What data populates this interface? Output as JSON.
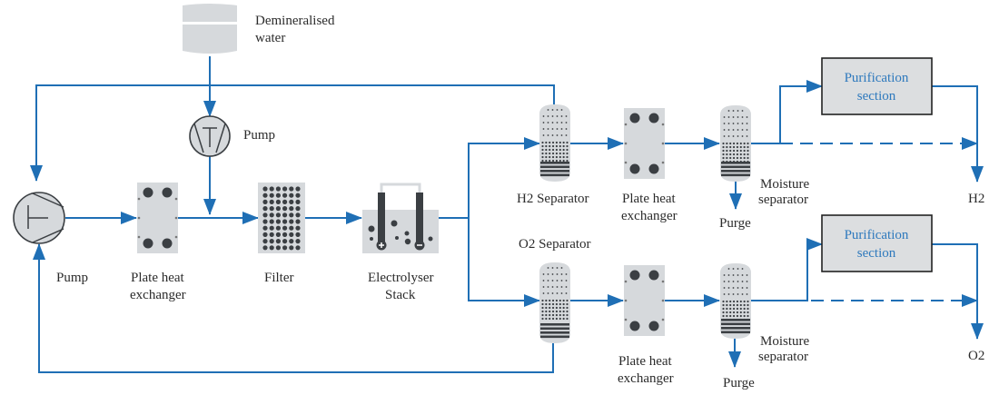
{
  "diagram": {
    "title": "Electrolyser process flow",
    "colors": {
      "flow_line": "#1f6fb5",
      "equipment_fill": "#d6d9dc",
      "equipment_dark": "#3b3f43",
      "purification_text": "#2e79bd",
      "label_text": "#2b2b2b"
    },
    "labels": {
      "demin_water_line1": "Demineralised",
      "demin_water_line2": "water",
      "feed_pump": "Pump",
      "main_pump": "Pump",
      "heat_exchanger_1_line1": "Plate heat",
      "heat_exchanger_1_line2": "exchanger",
      "filter": "Filter",
      "electrolyser_line1": "Electrolyser",
      "electrolyser_line2": "Stack",
      "h2_separator": "H2 Separator",
      "o2_separator": "O2 Separator",
      "h2_heat_exchanger_line1": "Plate heat",
      "h2_heat_exchanger_line2": "exchanger",
      "o2_heat_exchanger_line1": "Plate heat",
      "o2_heat_exchanger_line2": "exchanger",
      "h2_moisture_line1": "Moisture",
      "h2_moisture_line2": "separator",
      "o2_moisture_line1": "Moisture",
      "o2_moisture_line2": "separator",
      "h2_purge": "Purge",
      "o2_purge": "Purge",
      "h2_purification_line1": "Purification",
      "h2_purification_line2": "section",
      "o2_purification_line1": "Purification",
      "o2_purification_line2": "section",
      "h2_output": "H2",
      "o2_output": "O2"
    },
    "nodes": [
      {
        "id": "demineralised-water",
        "type": "tank"
      },
      {
        "id": "feed-pump",
        "type": "pump"
      },
      {
        "id": "main-pump",
        "type": "pump"
      },
      {
        "id": "plate-heat-exchanger-1",
        "type": "heat-exchanger"
      },
      {
        "id": "filter",
        "type": "filter"
      },
      {
        "id": "electrolyser-stack",
        "type": "electrolyser"
      },
      {
        "id": "h2-separator",
        "type": "separator"
      },
      {
        "id": "o2-separator",
        "type": "separator"
      },
      {
        "id": "h2-plate-heat-exchanger",
        "type": "heat-exchanger"
      },
      {
        "id": "o2-plate-heat-exchanger",
        "type": "heat-exchanger"
      },
      {
        "id": "h2-moisture-separator",
        "type": "separator"
      },
      {
        "id": "o2-moisture-separator",
        "type": "separator"
      },
      {
        "id": "h2-purification-section",
        "type": "process-box"
      },
      {
        "id": "o2-purification-section",
        "type": "process-box"
      }
    ],
    "edges": [
      {
        "from": "demineralised-water",
        "to": "feed-pump",
        "style": "solid"
      },
      {
        "from": "feed-pump",
        "to": "filter-inlet-junction",
        "style": "solid"
      },
      {
        "from": "main-pump",
        "to": "plate-heat-exchanger-1",
        "style": "solid"
      },
      {
        "from": "plate-heat-exchanger-1",
        "to": "filter",
        "style": "solid"
      },
      {
        "from": "filter",
        "to": "electrolyser-stack",
        "style": "solid"
      },
      {
        "from": "electrolyser-stack",
        "to": "h2-separator",
        "style": "solid"
      },
      {
        "from": "electrolyser-stack",
        "to": "o2-separator",
        "style": "solid"
      },
      {
        "from": "h2-separator",
        "to": "main-pump",
        "style": "solid",
        "note": "recirculation (top)"
      },
      {
        "from": "o2-separator",
        "to": "main-pump",
        "style": "solid",
        "note": "recirculation (bottom)"
      },
      {
        "from": "h2-separator",
        "to": "h2-plate-heat-exchanger",
        "style": "solid"
      },
      {
        "from": "h2-plate-heat-exchanger",
        "to": "h2-moisture-separator",
        "style": "solid"
      },
      {
        "from": "h2-moisture-separator",
        "to": "h2-purification-section",
        "style": "solid"
      },
      {
        "from": "h2-moisture-separator",
        "to": "h2-output",
        "style": "dashed"
      },
      {
        "from": "h2-purification-section",
        "to": "h2-output",
        "style": "solid"
      },
      {
        "from": "h2-moisture-separator",
        "to": "h2-purge",
        "style": "solid"
      },
      {
        "from": "o2-separator",
        "to": "o2-plate-heat-exchanger",
        "style": "solid"
      },
      {
        "from": "o2-plate-heat-exchanger",
        "to": "o2-moisture-separator",
        "style": "solid"
      },
      {
        "from": "o2-moisture-separator",
        "to": "o2-purification-section",
        "style": "solid"
      },
      {
        "from": "o2-moisture-separator",
        "to": "o2-output",
        "style": "dashed"
      },
      {
        "from": "o2-purification-section",
        "to": "o2-output",
        "style": "solid"
      },
      {
        "from": "o2-moisture-separator",
        "to": "o2-purge",
        "style": "solid"
      }
    ]
  }
}
